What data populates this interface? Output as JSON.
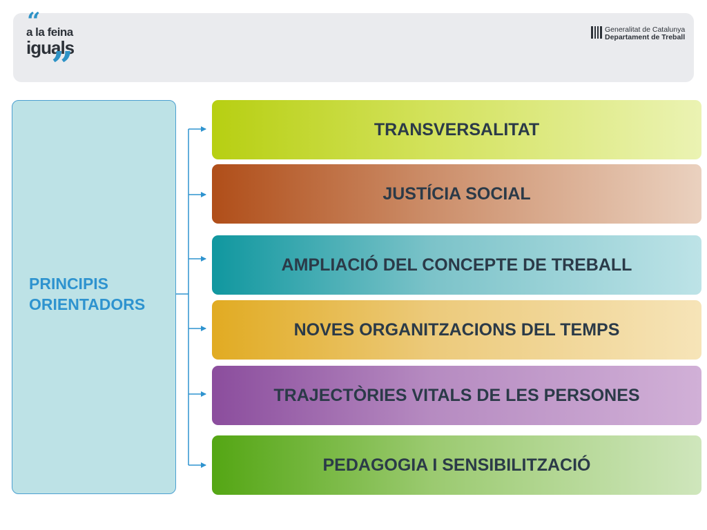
{
  "header": {
    "logo": {
      "quote_open": "“",
      "line1": "a la feina",
      "line2": "iguals",
      "quote_close": "”"
    },
    "government": {
      "line1": "Generalitat de Catalunya",
      "line2": "Departament de Treball"
    }
  },
  "diagram": {
    "root_label_line1": "PRINCIPIS",
    "root_label_line2": "ORIENTADORS",
    "branches": [
      {
        "label": "TRANSVERSALITAT",
        "color": "#b7cf12"
      },
      {
        "label": "JUSTÍCIA SOCIAL",
        "color": "#b04e19"
      },
      {
        "label": "AMPLIACIÓ DEL CONCEPTE DE TREBALL",
        "color": "#10979f"
      },
      {
        "label": "NOVES ORGANITZACIONS DEL TEMPS",
        "color": "#e1ab22"
      },
      {
        "label": "TRAJECTÒRIES VITALS DE LES PERSONES",
        "color": "#8b4d9d"
      },
      {
        "label": "PEDAGOGIA I SENSIBILITZACIÓ",
        "color": "#54a614"
      }
    ],
    "connector_color": "#2e93cf"
  }
}
